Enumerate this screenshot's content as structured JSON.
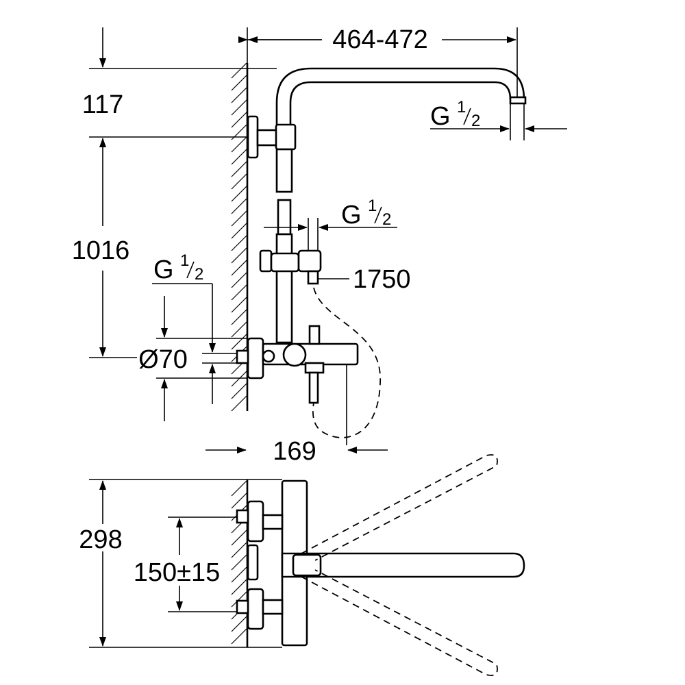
{
  "dimensions": {
    "arm_reach": "464-472",
    "wall_to_arm": "117",
    "arm_to_outlet": "1016",
    "rosette_diameter": "Ø70",
    "spout_projection": "169",
    "hose_length": "1750",
    "overall_width": "298",
    "center_distance": "150±15"
  },
  "threads": {
    "head_thread": {
      "letter": "G",
      "numerator": "1",
      "denominator": "2"
    },
    "hose_thread": {
      "letter": "G",
      "numerator": "1",
      "denominator": "2"
    },
    "inlet_thread": {
      "letter": "G",
      "numerator": "1",
      "denominator": "2"
    }
  }
}
